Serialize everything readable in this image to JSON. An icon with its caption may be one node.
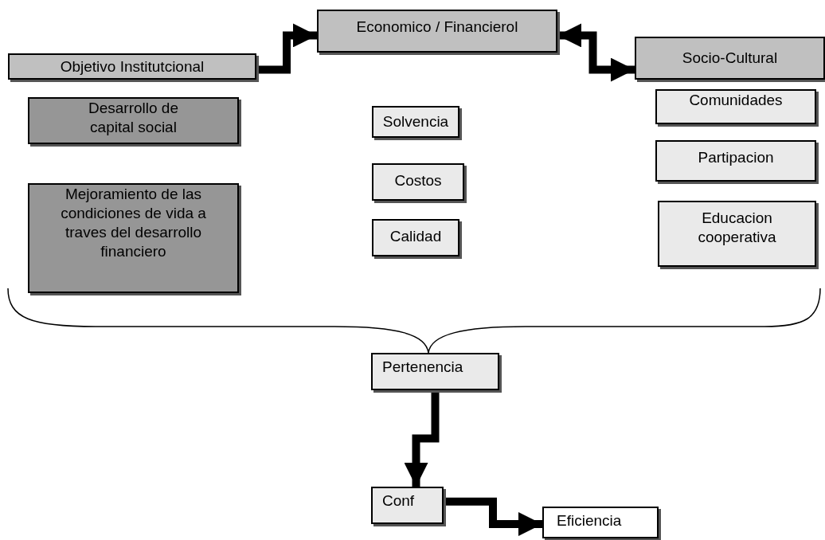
{
  "diagram": {
    "nodes": [
      {
        "text": [
          "Objetivo Institutcional"
        ]
      },
      {
        "text": [
          "Economico / Financierol"
        ]
      },
      {
        "text": [
          "Socio-Cultural"
        ]
      },
      {
        "text": [
          "Desarrollo de capital social"
        ]
      },
      {
        "text": [
          "Mejoramiento de las condiciones de vida a traves del desarrollo financiero"
        ]
      },
      {
        "text": [
          "Solvencia"
        ]
      },
      {
        "text": [
          "Costos"
        ]
      },
      {
        "text": [
          "Calidad"
        ]
      },
      {
        "text": [
          "Comunidades"
        ]
      },
      {
        "text": [
          "Partipacion"
        ]
      },
      {
        "text": [
          "Educacion cooperativa"
        ]
      },
      {
        "text": [
          "Pertenencia"
        ]
      },
      {
        "text": [
          "Conf"
        ]
      },
      {
        "text": [
          "Eficiencia"
        ]
      }
    ],
    "edges": [
      {
        "from": 0,
        "to": 1,
        "arrow": "to"
      },
      {
        "from": 1,
        "to": 2,
        "arrow": "both"
      },
      {
        "from": 11,
        "to": 12,
        "arrow": "to"
      },
      {
        "from": 12,
        "to": 13,
        "arrow": "to"
      }
    ]
  }
}
